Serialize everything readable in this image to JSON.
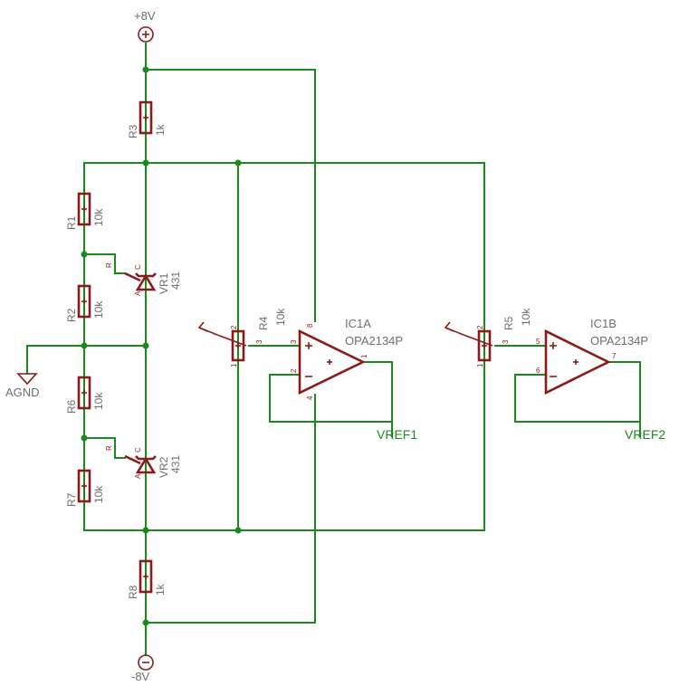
{
  "supplies": {
    "positive_label": "+8V",
    "negative_label": "-8V",
    "ground_label": "AGND"
  },
  "resistors": {
    "r1": {
      "name": "R1",
      "value": "10k"
    },
    "r2": {
      "name": "R2",
      "value": "10k"
    },
    "r3": {
      "name": "R3",
      "value": "1k"
    },
    "r4": {
      "name": "R4",
      "value": "10k"
    },
    "r5": {
      "name": "R5",
      "value": "10k"
    },
    "r6": {
      "name": "R6",
      "value": "10k"
    },
    "r7": {
      "name": "R7",
      "value": "10k"
    },
    "r8": {
      "name": "R8",
      "value": "1k"
    }
  },
  "references": {
    "vr1": {
      "name": "VR1",
      "value": "431"
    },
    "vr2": {
      "name": "VR2",
      "value": "431"
    },
    "pins": {
      "cathode": "C",
      "anode": "A",
      "ref": "R"
    }
  },
  "opamps": {
    "ic1a": {
      "name": "IC1A",
      "value": "OPA2134P",
      "pins": {
        "in_plus": "3",
        "in_minus": "2",
        "out": "1",
        "vplus": "8",
        "vminus": "4"
      }
    },
    "ic1b": {
      "name": "IC1B",
      "value": "OPA2134P",
      "pins": {
        "in_plus": "5",
        "in_minus": "6",
        "out": "7"
      }
    }
  },
  "pot_pins": {
    "a": "2",
    "b": "1",
    "wiper": "3"
  },
  "nets": {
    "vref1": "VREF1",
    "vref2": "VREF2"
  },
  "colors": {
    "wire": "#1a8a1a",
    "component": "#8b1a1a",
    "label": "#6e6e6e",
    "background": "#ffffff"
  }
}
